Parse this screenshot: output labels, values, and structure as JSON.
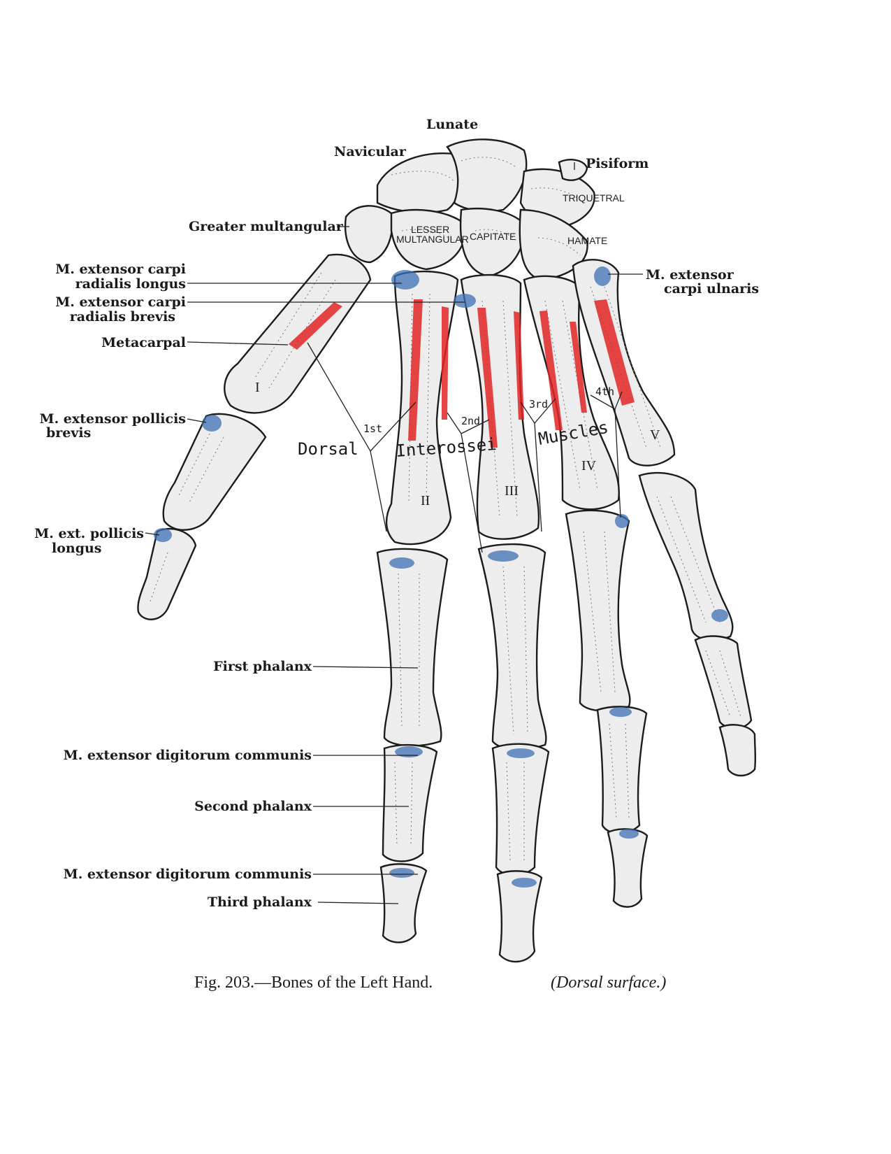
{
  "labels": {
    "lunate": "Lunate",
    "navicular": "Navicular",
    "pisiform": "Pisiform",
    "greater_multangular": "Greater multangular",
    "ext_carpi_rad_longus_1": "M. extensor carpi",
    "ext_carpi_rad_longus_2": "radialis longus",
    "ext_carpi_rad_brevis_1": "M. extensor carpi",
    "ext_carpi_rad_brevis_2": "radialis brevis",
    "metacarpal": "Metacarpal",
    "ext_poll_brevis_1": "M. extensor pollicis",
    "ext_poll_brevis_2": "brevis",
    "ext_poll_longus_1": "M. ext. pollicis",
    "ext_poll_longus_2": "longus",
    "ext_carpi_ulnaris_1": "M. extensor",
    "ext_carpi_ulnaris_2": "carpi ulnaris",
    "first_phalanx": "First phalanx",
    "ext_dig_communis_a": "M. extensor digitorum communis",
    "second_phalanx": "Second phalanx",
    "ext_dig_communis_b": "M. extensor  digitorum communis",
    "third_phalanx": "Third phalanx"
  },
  "carpals": {
    "triquetral": "TRIQUETRAL",
    "hamate": "HAMATE",
    "lesser_1": "LESSER",
    "lesser_2": "MULTANGULAR",
    "capitate": "CAPITATE"
  },
  "numerals": {
    "i": "I",
    "ii": "II",
    "iii": "III",
    "iv": "IV",
    "v": "V"
  },
  "muscle_group": {
    "dorsal": "Dorsal",
    "interossei": "Interossei",
    "muscles": "Muscles",
    "first": "1st",
    "second": "2nd",
    "third": "3rd",
    "fourth": "4th"
  },
  "caption": {
    "main": "Fig. 203.—Bones of the Left Hand.",
    "sub": "(Dorsal surface.)"
  },
  "colors": {
    "muscle_origin": "#e02424",
    "muscle_insertion": "#3d6fb3"
  }
}
